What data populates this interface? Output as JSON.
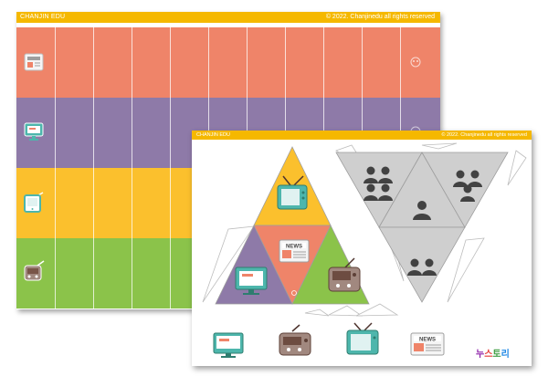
{
  "back_sheet": {
    "header_left": "CHANJIN EDU",
    "header_right": "© 2022. Chanjinedu all rights reserved",
    "bands": [
      {
        "name": "red",
        "color": "#ef8469",
        "icon": "newspaper-icon"
      },
      {
        "name": "purple",
        "color": "#8e7aa8",
        "icon": "monitor-icon"
      },
      {
        "name": "yellow",
        "color": "#fbc02d",
        "icon": "tablet-icon"
      },
      {
        "name": "green",
        "color": "#8bc34a",
        "icon": "radio-icon"
      }
    ]
  },
  "front_sheet": {
    "header_left": "CHANJIN EDU",
    "header_right": "© 2022. Chanjinedu all rights reserved",
    "triangle_colors": {
      "top": "#fbc02d",
      "center": "#ef8469",
      "left": "#8e7aa8",
      "right": "#8bc34a",
      "gray": "#cfcfcf"
    },
    "newspaper_text": "NEWS",
    "logo": {
      "prefix": "누",
      "parts": [
        "스",
        "토",
        "리"
      ]
    },
    "bottom_icons": [
      "monitor-icon",
      "radio-icon",
      "tv-icon",
      "newspaper-icon"
    ]
  }
}
